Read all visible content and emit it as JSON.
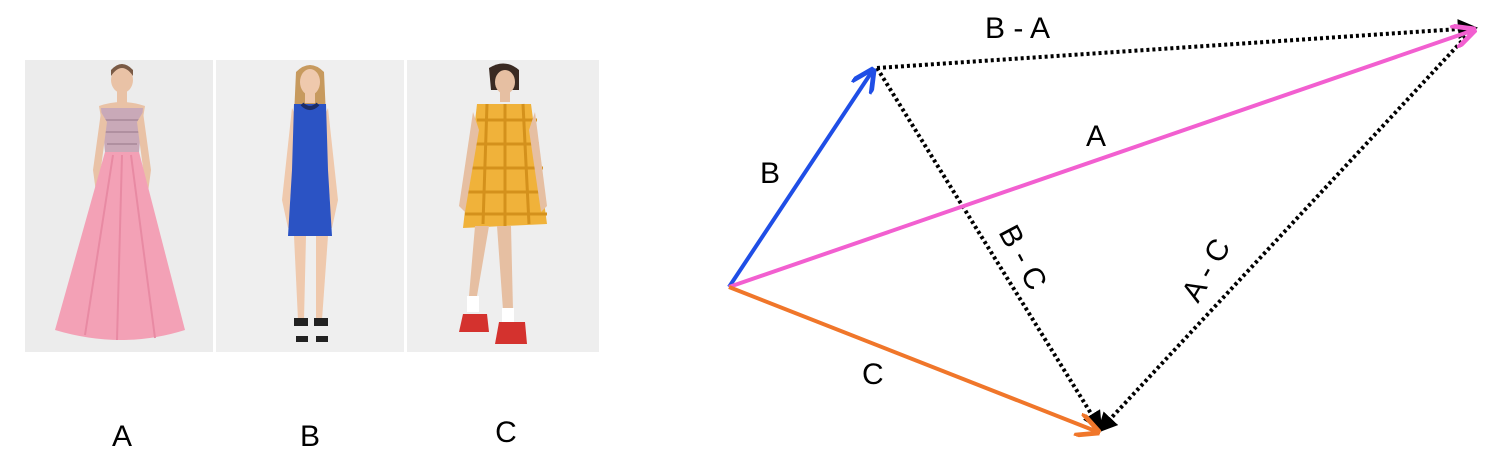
{
  "photos": [
    {
      "id": "A",
      "label": "A",
      "dress_color": "#f3a1b6",
      "bodice_color": "#c9a9b8",
      "bg": "#ececec"
    },
    {
      "id": "B",
      "label": "B",
      "dress_color": "#2b53c4",
      "bodice_color": "#2b53c4",
      "bg": "#efefef"
    },
    {
      "id": "C",
      "label": "C",
      "dress_color": "#f0b23a",
      "bodice_color": "#e7a52d",
      "bg": "#eeeeee"
    }
  ],
  "diagram": {
    "vectors": [
      {
        "id": "vec-a",
        "label": "A",
        "color": "#f25fd0",
        "style": "solid"
      },
      {
        "id": "vec-b",
        "label": "B",
        "color": "#1f4ee6",
        "style": "solid"
      },
      {
        "id": "vec-c",
        "label": "C",
        "color": "#f0762a",
        "style": "solid"
      },
      {
        "id": "vec-b-minus-a",
        "label": "B - A",
        "color": "#000000",
        "style": "dotted"
      },
      {
        "id": "vec-b-minus-c",
        "label": "B - C",
        "color": "#000000",
        "style": "dotted"
      },
      {
        "id": "vec-a-minus-c",
        "label": "A - C",
        "color": "#000000",
        "style": "dotted"
      }
    ]
  }
}
